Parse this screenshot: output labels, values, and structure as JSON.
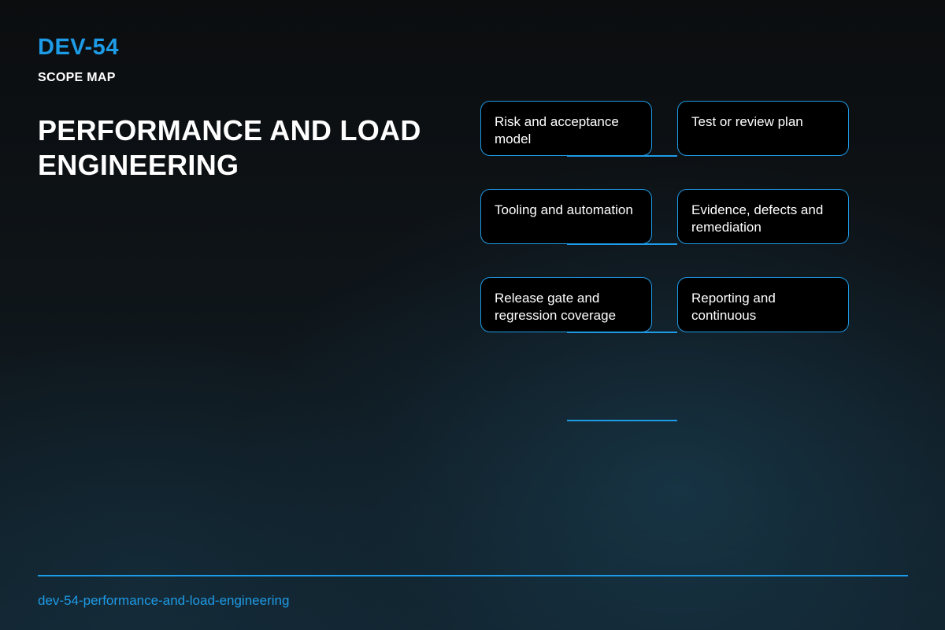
{
  "header": {
    "code": "DEV-54",
    "label": "SCOPE MAP",
    "title": "PERFORMANCE AND LOAD ENGINEERING"
  },
  "nodes": [
    {
      "label": "Risk and acceptance model"
    },
    {
      "label": "Test or review plan"
    },
    {
      "label": "Tooling and automation"
    },
    {
      "label": "Evidence, defects and remediation"
    },
    {
      "label": "Release gate and regression coverage"
    },
    {
      "label": "Reporting and continuous"
    }
  ],
  "footer": {
    "slug": "dev-54-performance-and-load-engineering"
  },
  "colors": {
    "accent": "#1e9be6",
    "card_background": "#000000",
    "text": "#ffffff"
  }
}
